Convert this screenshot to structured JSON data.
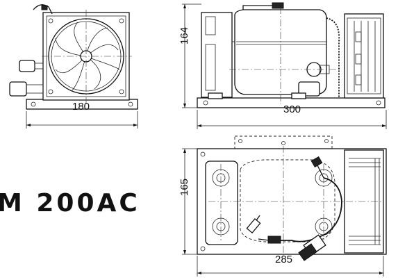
{
  "drawing": {
    "model_label": "M 200AC",
    "dimensions": {
      "front_width": "180",
      "side_height": "164",
      "side_width": "300",
      "top_depth": "165",
      "top_width": "285"
    }
  }
}
